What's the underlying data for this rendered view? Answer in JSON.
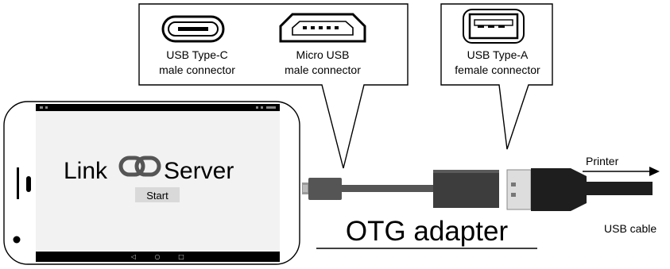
{
  "callouts": {
    "usb_c_label_1": "USB Type-C",
    "usb_c_label_2": "male connector",
    "micro_label_1": "Micro USB",
    "micro_label_2": "male connector",
    "usb_a_label_1": "USB Type-A",
    "usb_a_label_2": "female connector"
  },
  "phone": {
    "app_name_left": "Link",
    "app_name_right": "Server",
    "start_button": "Start",
    "nav_back": "◁",
    "nav_home": "○",
    "nav_recent": "□"
  },
  "adapter_label": "OTG adapter",
  "printer_label": "Printer",
  "cable_label": "USB cable",
  "colors": {
    "stroke": "#000000",
    "cable": "#555555",
    "adapter_body": "#3a3a3a",
    "phone_screen": "#f2f2f2",
    "start_bg": "#d9d9d9"
  }
}
